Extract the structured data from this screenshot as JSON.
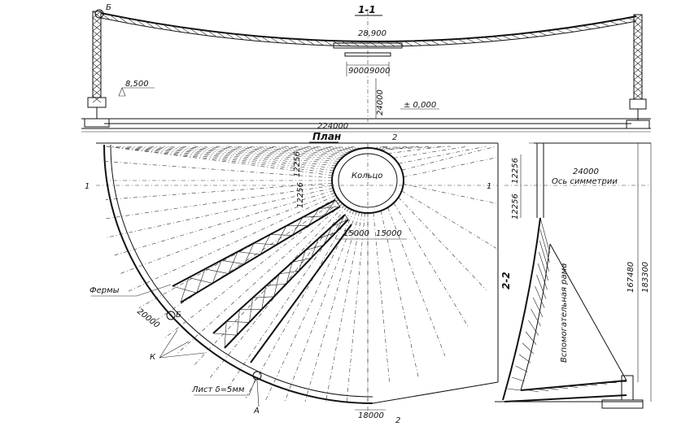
{
  "section_1_1": {
    "title": "1-1",
    "top_elevation": "28,900",
    "dim_left": "9000",
    "dim_right": "9000",
    "height_dim": "24000",
    "low_elevation": "8,500",
    "zero_elevation": "± 0,000",
    "span": "224000",
    "node_b": "Б"
  },
  "plan": {
    "title": "План",
    "ring_label": "Кольцо",
    "dim_ring_1": "12256",
    "dim_ring_2": "12256",
    "dim_15000_left": "15000",
    "dim_15000_right": "15000",
    "dim_20000": "20000",
    "dim_18000": "18000",
    "label_trusses": "Фермы",
    "label_b": "Б",
    "label_k": "К",
    "label_sheet": "Лист δ=5мм",
    "label_a": "А",
    "section_mark_1": "1",
    "section_mark_2": "2"
  },
  "section_2_2": {
    "title": "2-2",
    "dim_12256_a": "12256",
    "dim_12256_b": "12256",
    "dim_24000": "24000",
    "axis_label": "Ось симметрии",
    "aux_frame": "Вспомогательная рама",
    "dim_167480": "167480",
    "dim_183300": "183300"
  }
}
